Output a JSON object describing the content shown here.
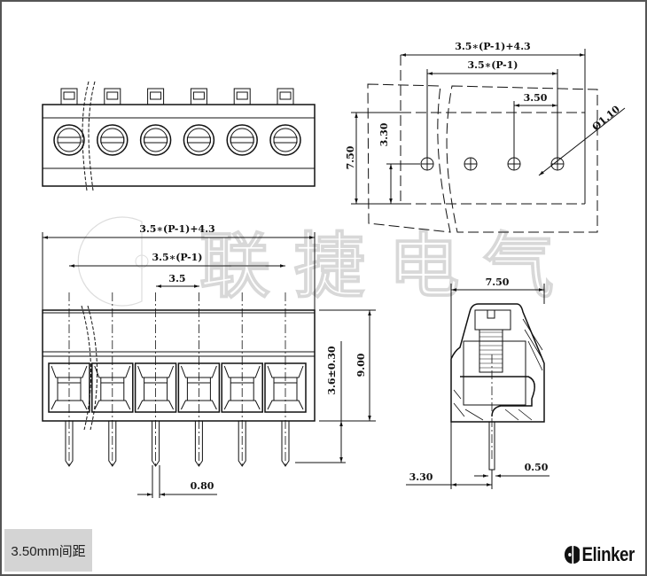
{
  "watermark": {
    "text": "联捷电气"
  },
  "top_view": {
    "dims": {
      "overall": "3.5∗(P-1)+4.3",
      "pitch_span": "3.5∗(P-1)",
      "pitch": "3.50",
      "height": "7.50",
      "hole_offset": "3.30",
      "hole_dia": "Ø1.10"
    }
  },
  "front_view": {
    "dims": {
      "overall": "3.5∗(P-1)+4.3",
      "pitch_span": "3.5∗(P-1)",
      "pitch": "3.5",
      "height": "9.00",
      "pin_length": "3.6±0.30",
      "pin_width": "0.80"
    },
    "positions": 6
  },
  "side_view": {
    "dims": {
      "depth": "7.50",
      "pin_offset": "3.30",
      "pin_thickness": "0.50"
    }
  },
  "footer": {
    "pitch_label": "3.50mm间距",
    "brand": "Elinker"
  }
}
